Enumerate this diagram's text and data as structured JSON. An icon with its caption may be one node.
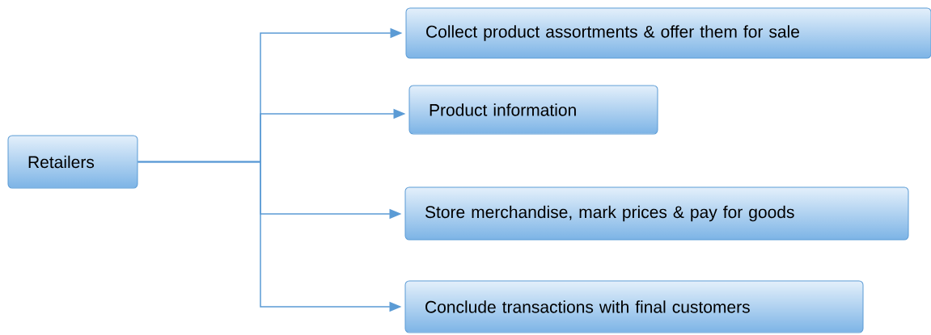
{
  "diagram": {
    "nodes": [
      {
        "text": [
          "Retailers"
        ]
      },
      {
        "text": [
          "Collect product assortments & offer them for sale"
        ]
      },
      {
        "text": [
          "Product information"
        ]
      },
      {
        "text": [
          "Store merchandise, mark prices & pay for goods"
        ]
      },
      {
        "text": [
          "Conclude transactions with final customers"
        ]
      }
    ],
    "edges": [
      {
        "from": 0,
        "to": 1,
        "arrow": "to"
      },
      {
        "from": 0,
        "to": 2,
        "arrow": "to"
      },
      {
        "from": 0,
        "to": 3,
        "arrow": "to"
      },
      {
        "from": 0,
        "to": 4,
        "arrow": "to"
      }
    ]
  }
}
